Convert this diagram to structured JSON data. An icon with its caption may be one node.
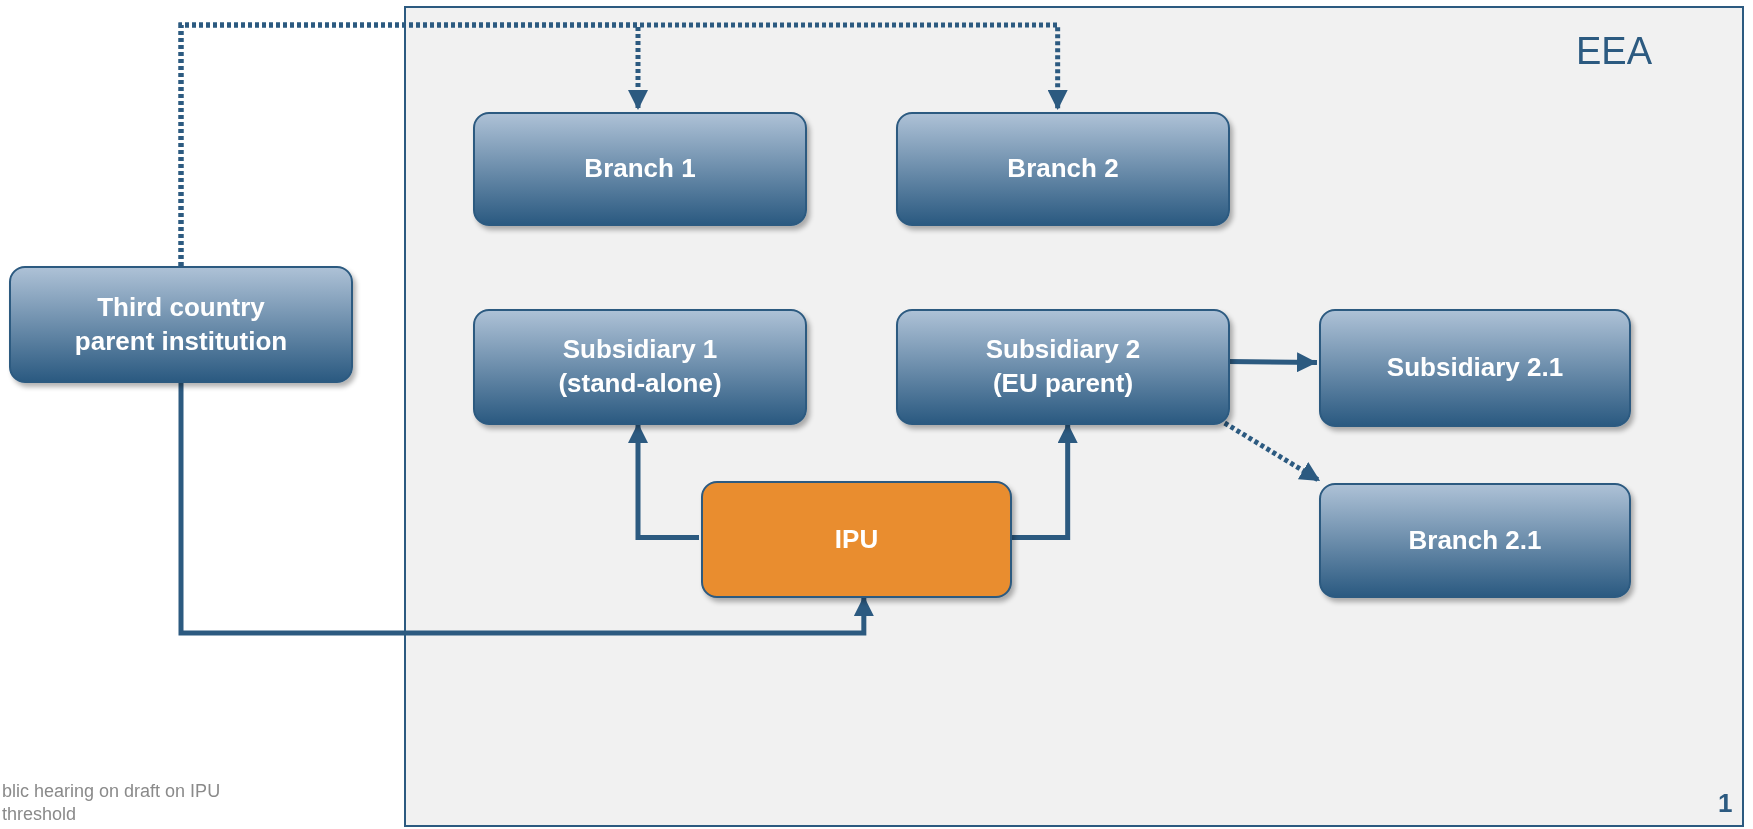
{
  "diagram": {
    "nodes": [
      {
        "text": [
          "EEA"
        ]
      },
      {
        "text": [
          "Branch 1"
        ],
        "in": 0
      },
      {
        "text": [
          "Branch 2"
        ],
        "in": 0
      },
      {
        "text": [
          "Third country parent institution"
        ]
      },
      {
        "text": [
          "Subsidiary 1 (stand-alone)"
        ],
        "in": 0
      },
      {
        "text": [
          "Subsidiary 2 (EU parent)"
        ],
        "in": 0
      },
      {
        "text": [
          "Subsidiary 2.1"
        ],
        "in": 0
      },
      {
        "text": [
          "IPU"
        ],
        "in": 0
      },
      {
        "text": [
          "Branch 2.1"
        ],
        "in": 0
      }
    ],
    "edges": [
      {
        "from": 3,
        "to": 1,
        "arrow": "to",
        "style": "dashed"
      },
      {
        "from": 3,
        "to": 2,
        "arrow": "to",
        "style": "dashed"
      },
      {
        "from": 3,
        "to": 7,
        "arrow": "to"
      },
      {
        "from": 7,
        "to": 4,
        "arrow": "to"
      },
      {
        "from": 7,
        "to": 5,
        "arrow": "to"
      },
      {
        "from": 5,
        "to": 6,
        "arrow": "to"
      },
      {
        "from": 5,
        "to": 8,
        "arrow": "to",
        "style": "dashed"
      }
    ],
    "labels": [
      "blic hearing on draft on IPU threshold",
      "1"
    ]
  }
}
